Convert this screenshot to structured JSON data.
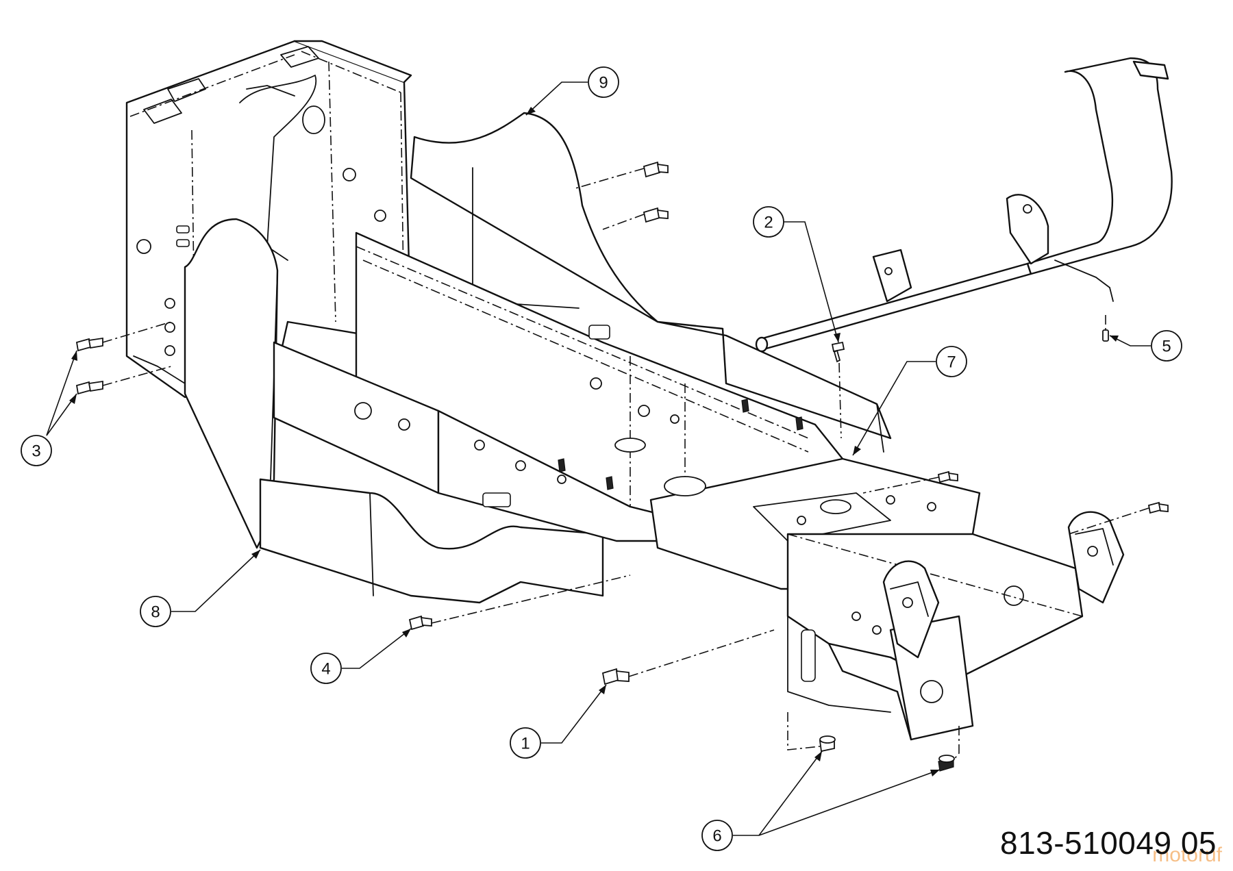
{
  "diagram": {
    "part_number": "813-510049 05",
    "callouts": [
      {
        "id": "1",
        "label": "1"
      },
      {
        "id": "2",
        "label": "2"
      },
      {
        "id": "3",
        "label": "3"
      },
      {
        "id": "4",
        "label": "4"
      },
      {
        "id": "5",
        "label": "5"
      },
      {
        "id": "6",
        "label": "6"
      },
      {
        "id": "7",
        "label": "7"
      },
      {
        "id": "8",
        "label": "8"
      },
      {
        "id": "9",
        "label": "9"
      }
    ],
    "watermark": "motoruf"
  }
}
